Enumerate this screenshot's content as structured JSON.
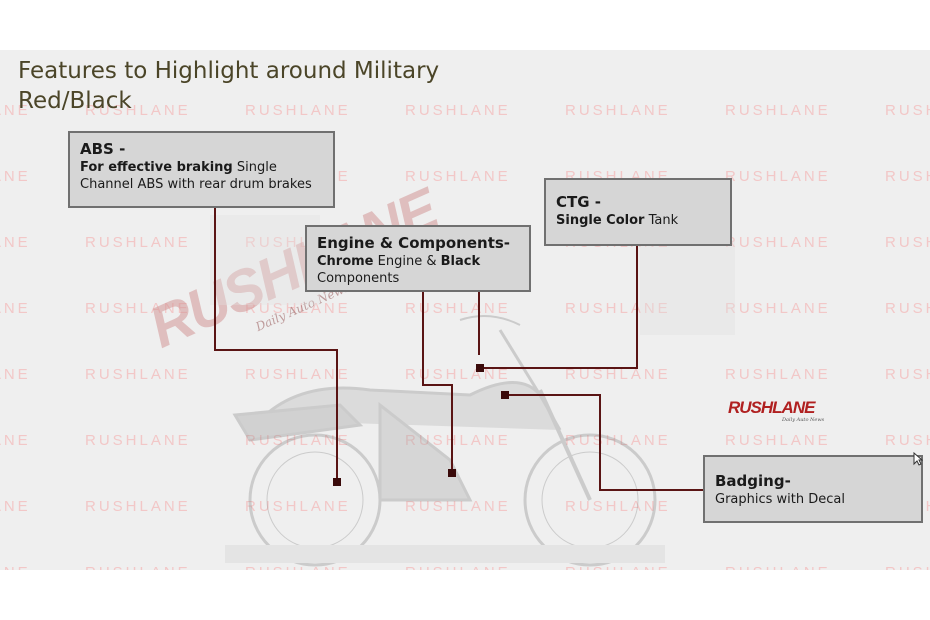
{
  "title": "Features to Highlight around Military Red/Black",
  "watermark": {
    "text": "RUSHLANE",
    "logo_text": "RUSHLANE",
    "logo_tagline": "Daily Auto News"
  },
  "callouts": {
    "abs": {
      "heading": "ABS -",
      "bold": "For effective braking",
      "text": " Single Channel ABS with rear drum brakes"
    },
    "engine": {
      "heading": "Engine & Components-",
      "bold1": "Chrome",
      "text1": " Engine & ",
      "bold2": "Black",
      "text2": " Components"
    },
    "ctg": {
      "heading": "CTG -",
      "bold": "Single Color",
      "text": " Tank"
    },
    "badging": {
      "heading": "Badging-",
      "text": "Graphics with Decal"
    }
  },
  "colors": {
    "slide_bg": "#efefef",
    "title": "#4b4528",
    "box_fill": "#d6d6d6",
    "box_border": "#707070",
    "connector": "#5a1414",
    "watermark": "#f2c7c7",
    "logo": "#b02020"
  }
}
